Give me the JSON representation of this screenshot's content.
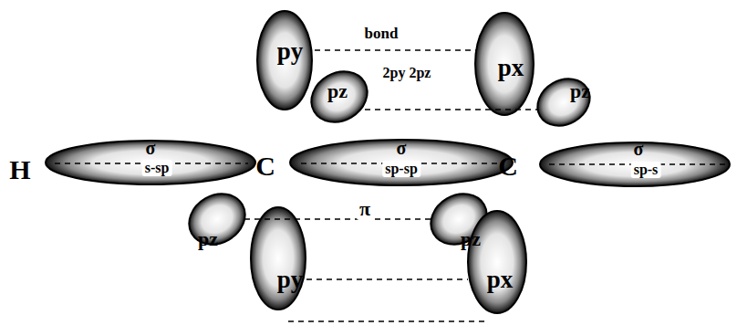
{
  "diagram": {
    "labels": [
      "bond",
      "py",
      "pz",
      "2py 2pz",
      "px",
      "pz",
      "H",
      "σ",
      "s-sp",
      "C",
      "σ",
      "sp-sp",
      "C",
      "σ",
      "sp-s",
      "pz",
      "π",
      "pz",
      "py",
      "px"
    ]
  }
}
